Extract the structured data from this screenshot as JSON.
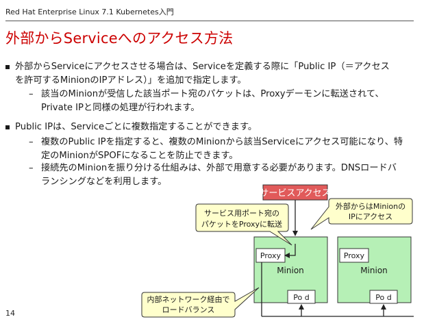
{
  "header": {
    "deck_title": "Red Hat Enterprise Linux 7.1 Kubernetes入門"
  },
  "slide": {
    "title": "外部からServiceへのアクセス方法",
    "page_number": "14"
  },
  "bullets": [
    {
      "line1": "外部からServiceにアクセスさせる場合は、Serviceを定義する際に「Public IP（＝アクセス",
      "line2": "を許可するMinionのIPアドレス）」を追加で指定します。",
      "subs": [
        {
          "line1": "該当のMinionが受信した該当ポート宛のパケットは、Proxyデーモンに転送されて、",
          "line2": "Private IPと同様の処理が行われます。"
        }
      ]
    },
    {
      "line1": "Public IPは、Serviceごとに複数指定することができます。",
      "line2": "",
      "subs": [
        {
          "line1": "複数のPublic IPを指定すると、複数のMinionから該当Serviceにアクセス可能になり、特",
          "line2": "定のMinionがSPOFになることを防止できます。"
        },
        {
          "line1": "接続先のMinionを振り分ける仕組みは、外部で用意する必要があります。DNSロードバ",
          "line2": "ランシングなどを利用します。"
        }
      ]
    }
  ],
  "diagram": {
    "service_access_label": "サービスアクセス",
    "callout_port_line1": "サービス用ポート宛の",
    "callout_port_line2": "パケットをProxyに転送",
    "callout_external_line1": "外部からはMinionの",
    "callout_external_line2": "IPにアクセス",
    "callout_internal_line1": "内部ネットワーク経由で",
    "callout_internal_line2": "ロードバランス",
    "minions": [
      {
        "label": "Minion",
        "proxy_label": "Proxy",
        "pod_label": "Po d"
      },
      {
        "label": "Minion",
        "proxy_label": "Proxy",
        "pod_label": "Po d"
      }
    ]
  },
  "colors": {
    "title_red": "#cc0000",
    "service_box": "#e15a5a",
    "callout_fill": "#ffffcc",
    "minion_fill": "#b6f0b6"
  }
}
